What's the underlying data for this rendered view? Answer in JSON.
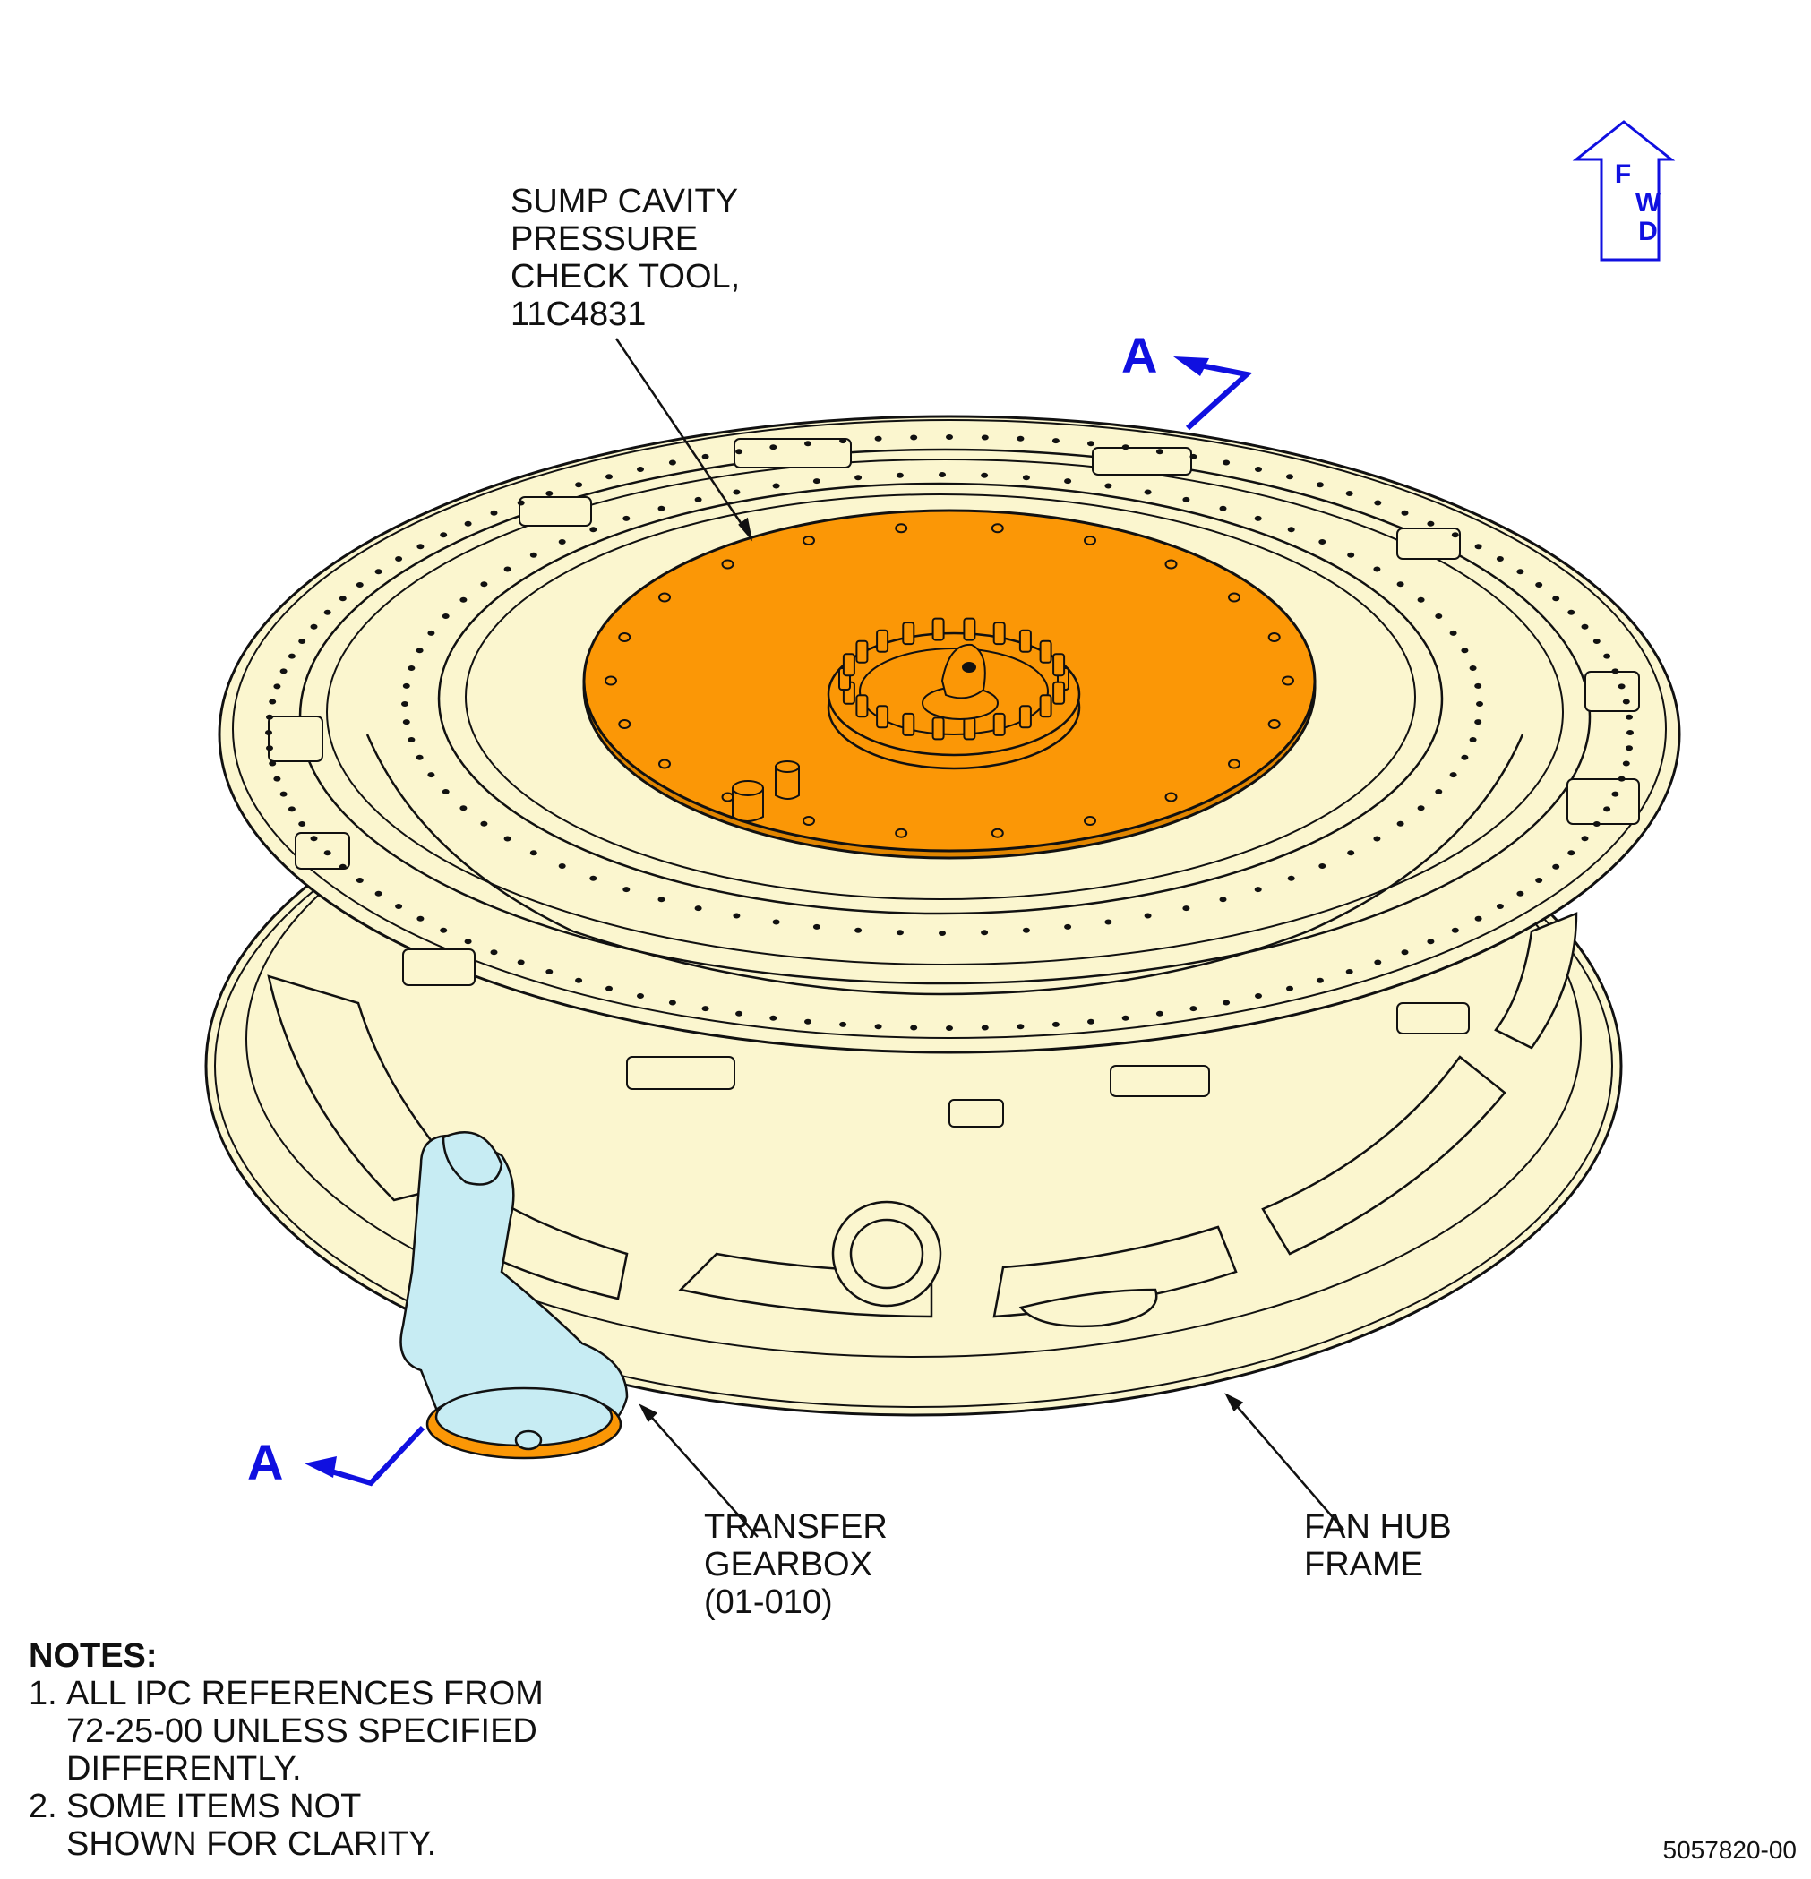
{
  "callouts": {
    "tool": "SUMP CAVITY\nPRESSURE\nCHECK TOOL,\n11C4831",
    "gearbox": "TRANSFER\nGEARBOX\n(01-010)",
    "frame": "FAN HUB\nFRAME"
  },
  "fwd": {
    "letters": [
      "F",
      "W",
      "D"
    ]
  },
  "section": {
    "top_label": "A",
    "bottom_label": "A"
  },
  "notes": {
    "title": "NOTES:",
    "items": [
      {
        "num": "1.",
        "text": "ALL IPC REFERENCES FROM\n72-25-00 UNLESS SPECIFIED\nDIFFERENTLY."
      },
      {
        "num": "2.",
        "text": "SOME ITEMS NOT\nSHOWN FOR CLARITY."
      }
    ]
  },
  "figure_ref": "5057820-00",
  "colors": {
    "frame_fill": "#fbf6cf",
    "tool_fill": "#fb9706",
    "gearbox_fill": "#c7ecf3",
    "arrow_blue": "#1010e0",
    "line": "#111111"
  }
}
